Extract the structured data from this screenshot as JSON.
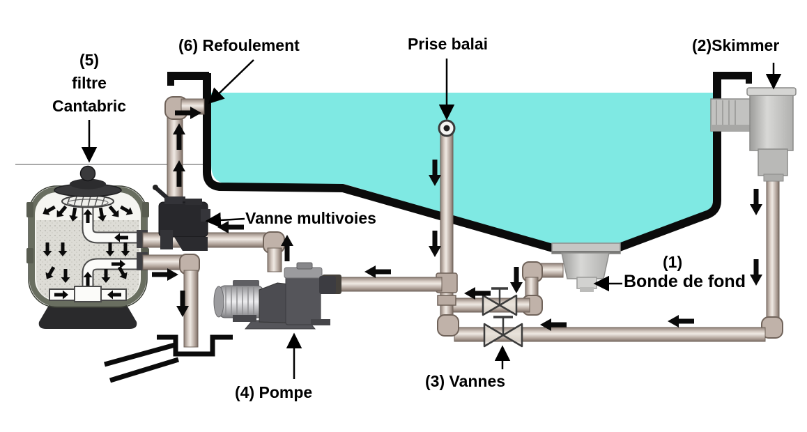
{
  "diagram": {
    "type": "pool-filtration-schematic",
    "labels": {
      "refoulement": "(6) Refoulement",
      "filtre_line1": "(5)",
      "filtre_line2": "filtre",
      "filtre_line3": "Cantabric",
      "prise_balai": "Prise balai",
      "skimmer": "(2)Skimmer",
      "vanne_multivoies": "Vanne multivoies",
      "bonde_num": "(1)",
      "bonde_name": "Bonde de fond",
      "vannes": "(3) Vannes",
      "pompe": "(4) Pompe"
    },
    "colors": {
      "background": "#FFFFFF",
      "water": "#7FE9E3",
      "pool_wall": "#0B0B0B",
      "pipe_mid": "#C3B5AC",
      "pipe_outline": "#6E6158",
      "equipment_light_gray": "#C8C8C6",
      "pump_dark_gray": "#525257",
      "valve_black": "#28282C",
      "filter_body": "#F5F5F1",
      "filter_border": "#696E60",
      "sand": "#DDDDD7",
      "label_text": "#000000"
    }
  }
}
